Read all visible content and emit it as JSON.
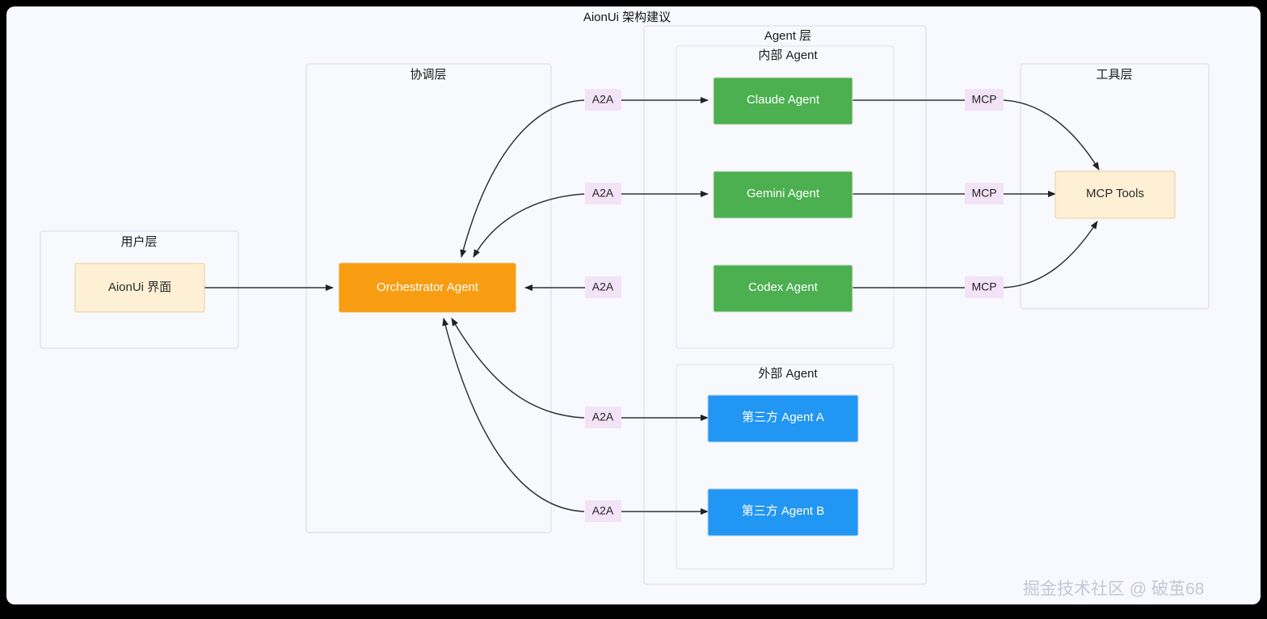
{
  "diagram": {
    "title": "AionUi 架构建议",
    "watermark": "掘金技术社区 @ 破茧68",
    "background": "#f8f9ff",
    "frame_color": "#000000"
  },
  "layers": {
    "user": {
      "title": "用户层"
    },
    "coordination": {
      "title": "协调层"
    },
    "agent": {
      "title": "Agent 层"
    },
    "internal_agent": {
      "title": "内部 Agent"
    },
    "external_agent": {
      "title": "外部 Agent"
    },
    "tool": {
      "title": "工具层"
    }
  },
  "nodes": {
    "aionui_ui": {
      "label": "AionUi 界面",
      "fill": "#fdf0d5",
      "stroke": "#e8d09a",
      "text": "#2b2b2b"
    },
    "orchestrator": {
      "label": "Orchestrator Agent",
      "fill": "#f89d12",
      "stroke": "#f89d12",
      "text": "#ffffff"
    },
    "claude_agent": {
      "label": "Claude Agent",
      "fill": "#4caf50",
      "stroke": "#cfe0c6",
      "text": "#ffffff"
    },
    "gemini_agent": {
      "label": "Gemini Agent",
      "fill": "#4caf50",
      "stroke": "#cfe0c6",
      "text": "#ffffff"
    },
    "codex_agent": {
      "label": "Codex Agent",
      "fill": "#4caf50",
      "stroke": "#cfe0c6",
      "text": "#ffffff"
    },
    "third_party_a": {
      "label": "第三方 Agent A",
      "fill": "#2196f3",
      "stroke": "#b8d8f2",
      "text": "#ffffff"
    },
    "third_party_b": {
      "label": "第三方 Agent B",
      "fill": "#2196f3",
      "stroke": "#b8d8f2",
      "text": "#ffffff"
    },
    "mcp_tools": {
      "label": "MCP Tools",
      "fill": "#fdf0d5",
      "stroke": "#e8d09a",
      "text": "#2b2b2b"
    }
  },
  "edge_labels": {
    "a2a_claude": "A2A",
    "a2a_gemini": "A2A",
    "a2a_codex": "A2A",
    "a2a_third_a": "A2A",
    "a2a_third_b": "A2A",
    "mcp_claude": "MCP",
    "mcp_gemini": "MCP",
    "mcp_codex": "MCP"
  },
  "edge_label_style": {
    "background": "#f3e3f7",
    "text_color": "#1f1f1f"
  },
  "edges": [
    {
      "from": "aionui_ui",
      "to": "orchestrator",
      "label": ""
    },
    {
      "from": "orchestrator",
      "to": "claude_agent",
      "label": "A2A"
    },
    {
      "from": "orchestrator",
      "to": "gemini_agent",
      "label": "A2A"
    },
    {
      "from": "orchestrator",
      "to": "codex_agent",
      "label": "A2A"
    },
    {
      "from": "orchestrator",
      "to": "third_party_a",
      "label": "A2A"
    },
    {
      "from": "orchestrator",
      "to": "third_party_b",
      "label": "A2A"
    },
    {
      "from": "claude_agent",
      "to": "mcp_tools",
      "label": "MCP"
    },
    {
      "from": "gemini_agent",
      "to": "mcp_tools",
      "label": "MCP"
    },
    {
      "from": "codex_agent",
      "to": "mcp_tools",
      "label": "MCP"
    }
  ]
}
